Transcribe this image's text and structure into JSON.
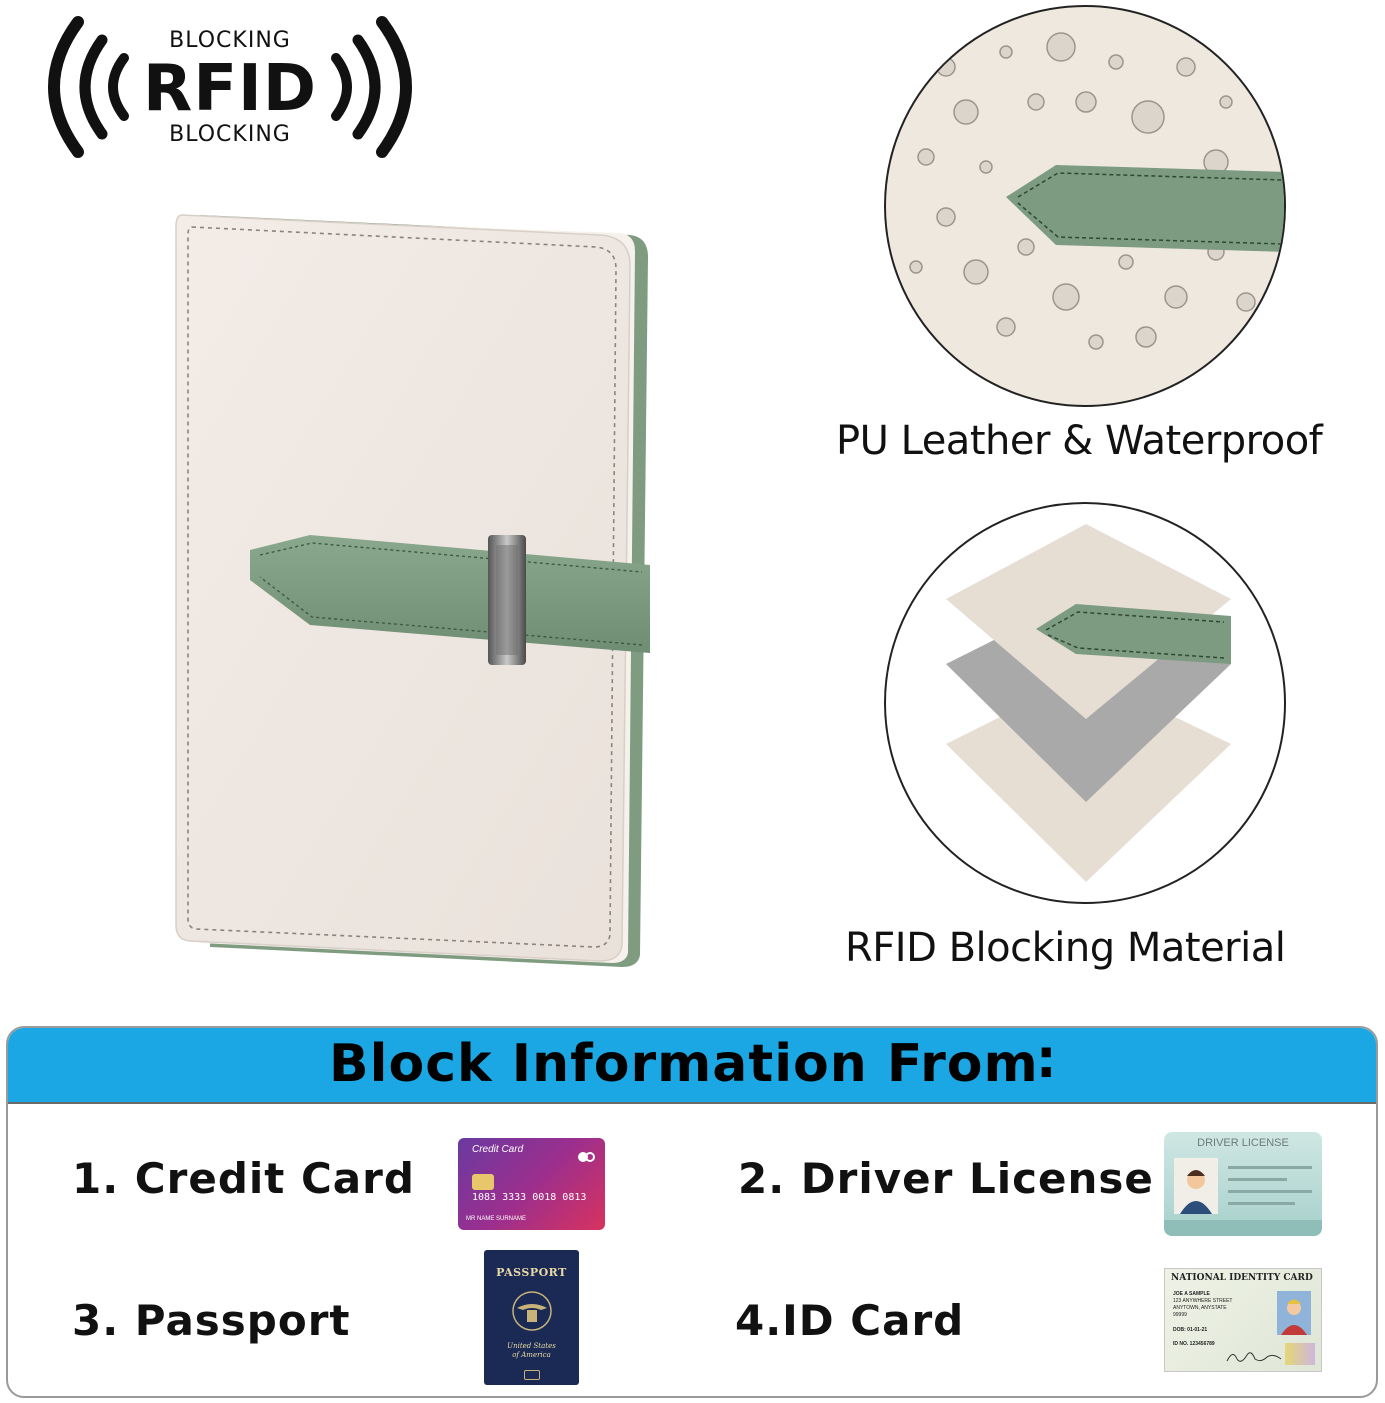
{
  "badge": {
    "top_text": "BLOCKING",
    "main_text": "RFID",
    "bottom_text": "BLOCKING"
  },
  "features": [
    {
      "caption": "PU Leather & Waterproof"
    },
    {
      "caption": "RFID Blocking Material"
    }
  ],
  "block_info": {
    "title": "Block Information From∶",
    "items": [
      {
        "label": "1. Credit Card"
      },
      {
        "label": "2. Driver License"
      },
      {
        "label": "3. Passport"
      },
      {
        "label": "4.ID Card"
      }
    ]
  },
  "credit_card": {
    "heading": "Credit Card",
    "number": "1083 3333 0018 0813",
    "holder": "MR  NAME  SURNAME"
  },
  "driver_license": {
    "heading": "DRIVER LICENSE"
  },
  "passport": {
    "heading": "PASSPORT",
    "country_line1": "United States",
    "country_line2": "of America"
  },
  "id_card": {
    "heading": "NATIONAL IDENTITY CARD",
    "name": "JOE A SAMPLE",
    "address1": "123 ANYWHERE STREET",
    "address2": "ANYTOWN, ANYSTATE",
    "zip": "99999",
    "dob": "DOB: 01-01-21",
    "id_no": "ID NO. 123456789"
  },
  "colors": {
    "header_blue": "#1ba7e3",
    "strap_green": "#7e9c82",
    "cover_cream": "#efe8e2",
    "rfid_gray": "#a9a9a9"
  }
}
